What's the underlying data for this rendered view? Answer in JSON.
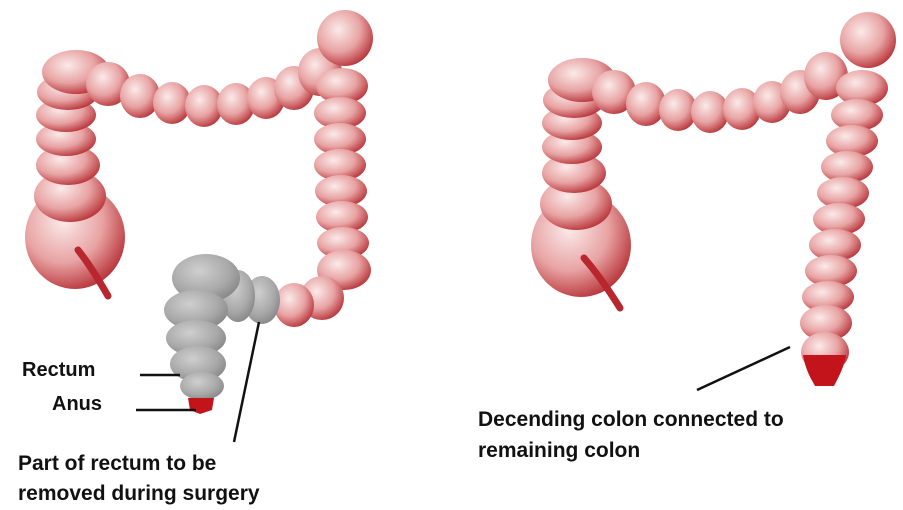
{
  "labels": {
    "rectum": "Rectum",
    "anus": "Anus",
    "removed_line1": "Part of rectum to be",
    "removed_line2": "removed during surgery",
    "connected_line1": "Decending colon connected to",
    "connected_line2": "remaining colon"
  },
  "colors": {
    "colon_light": "#f6dada",
    "colon_mid": "#e79a9a",
    "colon_dark": "#b8272e",
    "removed_gray": "#a6a6a6",
    "anus_red": "#c4141b",
    "line": "#111111"
  }
}
